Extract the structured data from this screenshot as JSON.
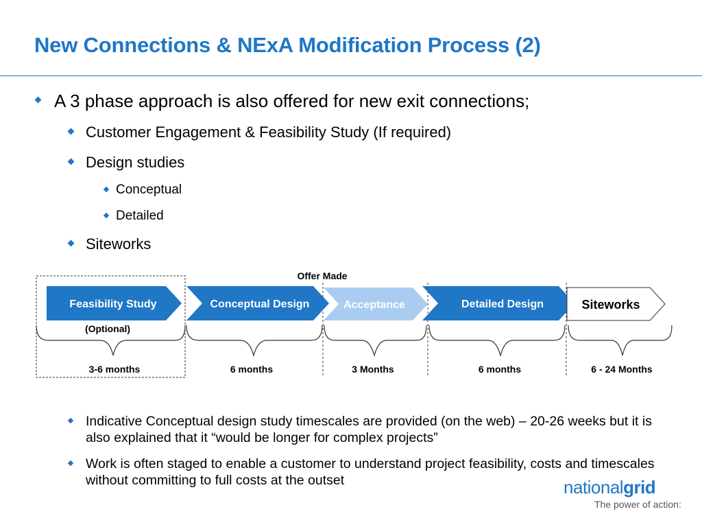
{
  "title": "New Connections & NExA Modification Process (2)",
  "bullets": {
    "main": "A 3 phase approach is also offered for new exit connections;",
    "engagement": "Customer Engagement & Feasibility Study (If required)",
    "design": "Design studies",
    "conceptual": "Conceptual",
    "detailed": "Detailed",
    "siteworks": "Siteworks"
  },
  "diagram": {
    "offer_label": "Offer Made",
    "optional_label": "(Optional)",
    "phases": [
      {
        "label": "Feasibility Study",
        "duration": "3-6 months"
      },
      {
        "label": "Conceptual Design",
        "duration": "6 months"
      },
      {
        "label": "Acceptance",
        "duration": "3 Months"
      },
      {
        "label": "Detailed Design",
        "duration": "6 months"
      },
      {
        "label": "Siteworks",
        "duration": "6 - 24 Months"
      }
    ],
    "colors": {
      "phase_blue": "#1f77c6",
      "phase_light": "#a9ccf0",
      "outline": "#333333"
    }
  },
  "notes": [
    "Indicative Conceptual design study timescales are provided (on the web) – 20-26 weeks but it is also explained that it “would be longer for complex projects”",
    "Work is often staged to enable a customer to understand project feasibility, costs and timescales without committing to full costs at the outset"
  ],
  "logo": {
    "word_light": "national",
    "word_bold": "grid",
    "tagline": "The power of action:"
  }
}
